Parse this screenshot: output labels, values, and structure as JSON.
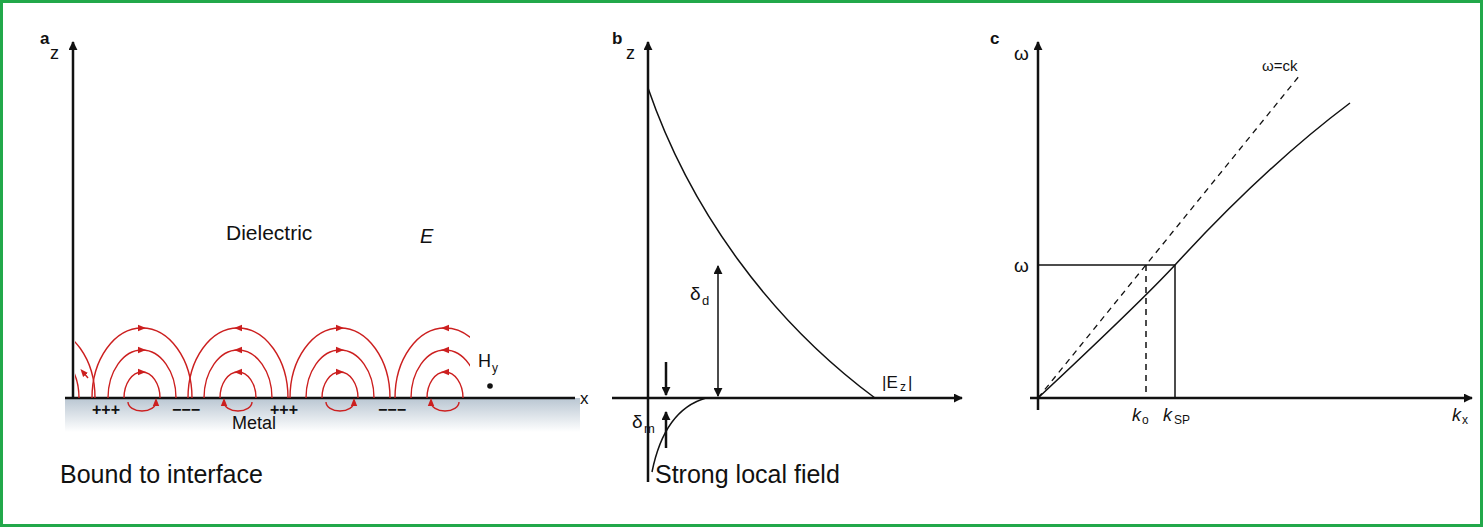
{
  "diagram": {
    "labels": [
      "a",
      "z",
      "Dielectric",
      "E",
      "H",
      "y",
      "+++",
      "−−−",
      "+++",
      "−−−",
      "Metal",
      "x",
      "Bound to interface",
      "b",
      "z",
      "δ",
      "d",
      "δ",
      "m",
      "|E",
      "z",
      "|",
      "Strong local field",
      "c",
      "ω",
      "ω",
      "ω=ck",
      "k",
      "o",
      "k",
      "SP",
      "k",
      "x"
    ]
  }
}
